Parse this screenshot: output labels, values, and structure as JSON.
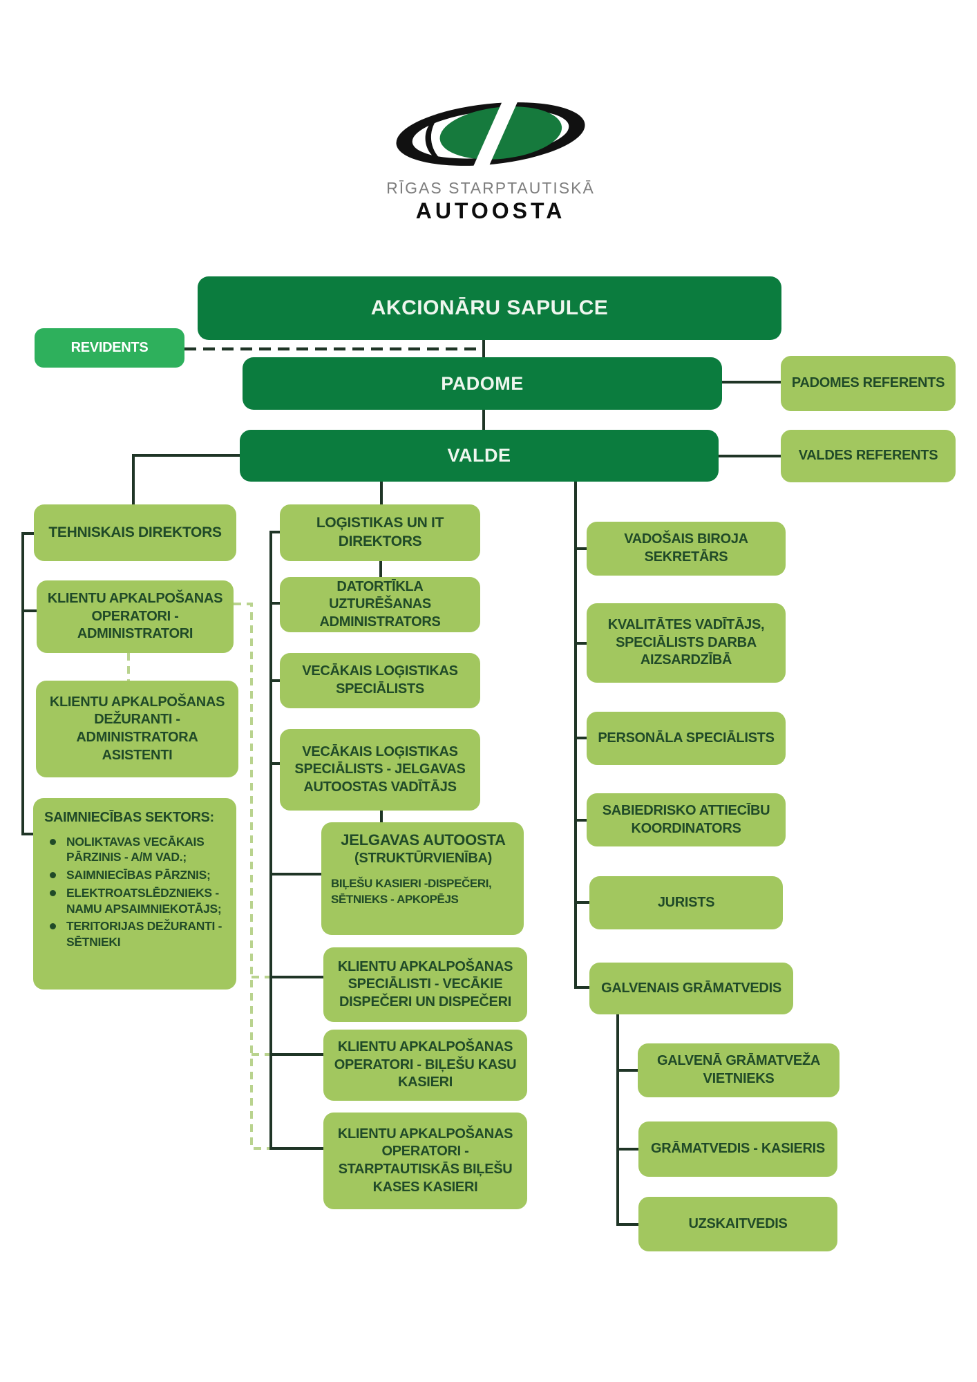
{
  "logo": {
    "line1": "RĪGAS STARPTAUTISKĀ",
    "line2": "AUTOOSTA"
  },
  "colors": {
    "dark_green": "#0b7c3e",
    "bright_green": "#2eb05c",
    "light_green": "#a2c75f",
    "text_dark_green": "#204a28",
    "connector_dark": "#1f3526",
    "connector_dashed_light": "#b9d38e",
    "logo_green": "#167a3d",
    "logo_black": "#111111"
  },
  "nodes": {
    "akcionaru": {
      "label": "AKCIONĀRU SAPULCE"
    },
    "revidents": {
      "label": "REVIDENTS"
    },
    "padome": {
      "label": "PADOME"
    },
    "padomes_referents": {
      "label": "PADOMES REFERENTS"
    },
    "valde": {
      "label": "VALDE"
    },
    "valdes_referents": {
      "label": "VALDES REFERENTS"
    },
    "tehniskais": {
      "label": "TEHNISKAIS DIREKTORS"
    },
    "operatori_admin": {
      "label": "KLIENTU APKALPOŠANAS OPERATORI - ADMINISTRATORI"
    },
    "dezuranti": {
      "label": "KLIENTU APKALPOŠANAS DEŽURANTI - ADMINISTRATORA ASISTENTI"
    },
    "saimniecibas": {
      "title": "SAIMNIECĪBAS SEKTORS:",
      "items": [
        "NOLIKTAVAS VECĀKAIS PĀRZINIS - A/M VAD.;",
        "SAIMNIECĪBAS PĀRZNIS;",
        "ELEKTROATSLĒDZNIEKS - NAMU APSAIMNIEKOTĀJS;",
        "TERITORIJAS DEŽURANTI - SĒTNIEKI"
      ]
    },
    "logistikas": {
      "label": "LOĢISTIKAS UN IT DIREKTORS"
    },
    "datortikla": {
      "label": "DATORTĪKLA UZTURĒŠANAS ADMINISTRATORS"
    },
    "vecakais_logistikas": {
      "label": "VECĀKAIS LOĢISTIKAS SPECIĀLISTS"
    },
    "vecakais_jelgavas": {
      "label": "VECĀKAIS LOĢISTIKAS SPECIĀLISTS - JELGAVAS AUTOOSTAS VADĪTĀJS"
    },
    "jelgavas": {
      "title": "JELGAVAS AUTOOSTA",
      "subtitle": "(STRUKTŪRVIENĪBA)",
      "line1": "BIĻEŠU KASIERI -DISPEČERI,",
      "line2": "SĒTNIEKS - APKOPĒJS"
    },
    "specialisti_dispeceri": {
      "label": "KLIENTU APKALPOŠANAS SPECIĀLISTI - VECĀKIE DISPEČERI UN DISPEČERI"
    },
    "operatori_bilesu": {
      "label": "KLIENTU APKALPOŠANAS OPERATORI - BIĻEŠU KASU KASIERI"
    },
    "operatori_starptautiskas": {
      "label": "KLIENTU APKALPOŠANAS OPERATORI - STARPTAUTISKĀS BIĻEŠU KASES KASIERI"
    },
    "vadosais": {
      "label": "VADOŠAIS BIROJA SEKRETĀRS"
    },
    "kvalitates": {
      "label": "KVALITĀTES VADĪTĀJS, SPECIĀLISTS DARBA AIZSARDZĪBĀ"
    },
    "personala": {
      "label": "PERSONĀLA SPECIĀLISTS"
    },
    "sabiedrisko": {
      "label": "SABIEDRISKO ATTIECĪBU KOORDINATORS"
    },
    "jurists": {
      "label": "JURISTS"
    },
    "galvenais_gramatvedis": {
      "label": "GALVENAIS GRĀMATVEDIS"
    },
    "vietnieks": {
      "label": "GALVENĀ GRĀMATVEŽA VIETNIEKS"
    },
    "gramatvedis_kasieris": {
      "label": "GRĀMATVEDIS - KASIERIS"
    },
    "uzskaitvedis": {
      "label": "UZSKAITVEDIS"
    }
  }
}
